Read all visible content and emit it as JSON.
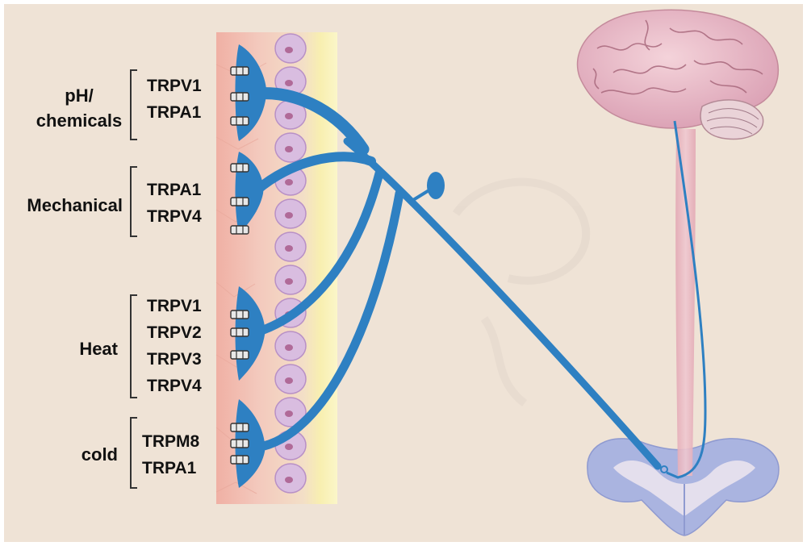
{
  "diagram": {
    "groups": [
      {
        "stimulus_lines": [
          "pH/",
          "chemicals"
        ],
        "channels": [
          "TRPV1",
          "TRPA1"
        ]
      },
      {
        "stimulus_lines": [
          "Mechanical"
        ],
        "channels": [
          "TRPA1",
          "TRPV4"
        ]
      },
      {
        "stimulus_lines": [
          "Heat"
        ],
        "channels": [
          "TRPV1",
          "TRPV2",
          "TRPV3",
          "TRPV4"
        ]
      },
      {
        "stimulus_lines": [
          "cold"
        ],
        "channels": [
          "TRPM8",
          "TRPA1"
        ]
      }
    ],
    "colors": {
      "background": "#efe3d6",
      "nerve": "#2e80c2",
      "skin_outer": "#f6f0a2",
      "cells": "#d9bde0",
      "brain": "#e9b8c4",
      "spinal_cord": "#aab4e0"
    }
  }
}
